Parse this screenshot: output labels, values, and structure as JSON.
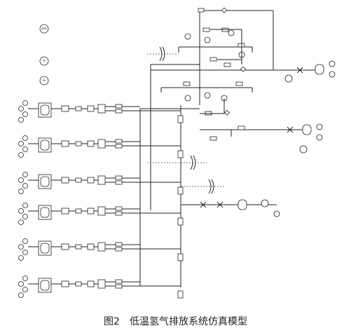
{
  "caption": "图2　低温氢气排放系统仿真模型",
  "labels": {
    "ph2": "pH₂",
    "ai": "Ai",
    "fu": "Fu"
  },
  "colors": {
    "line": "#222222",
    "background": "#ffffff"
  }
}
